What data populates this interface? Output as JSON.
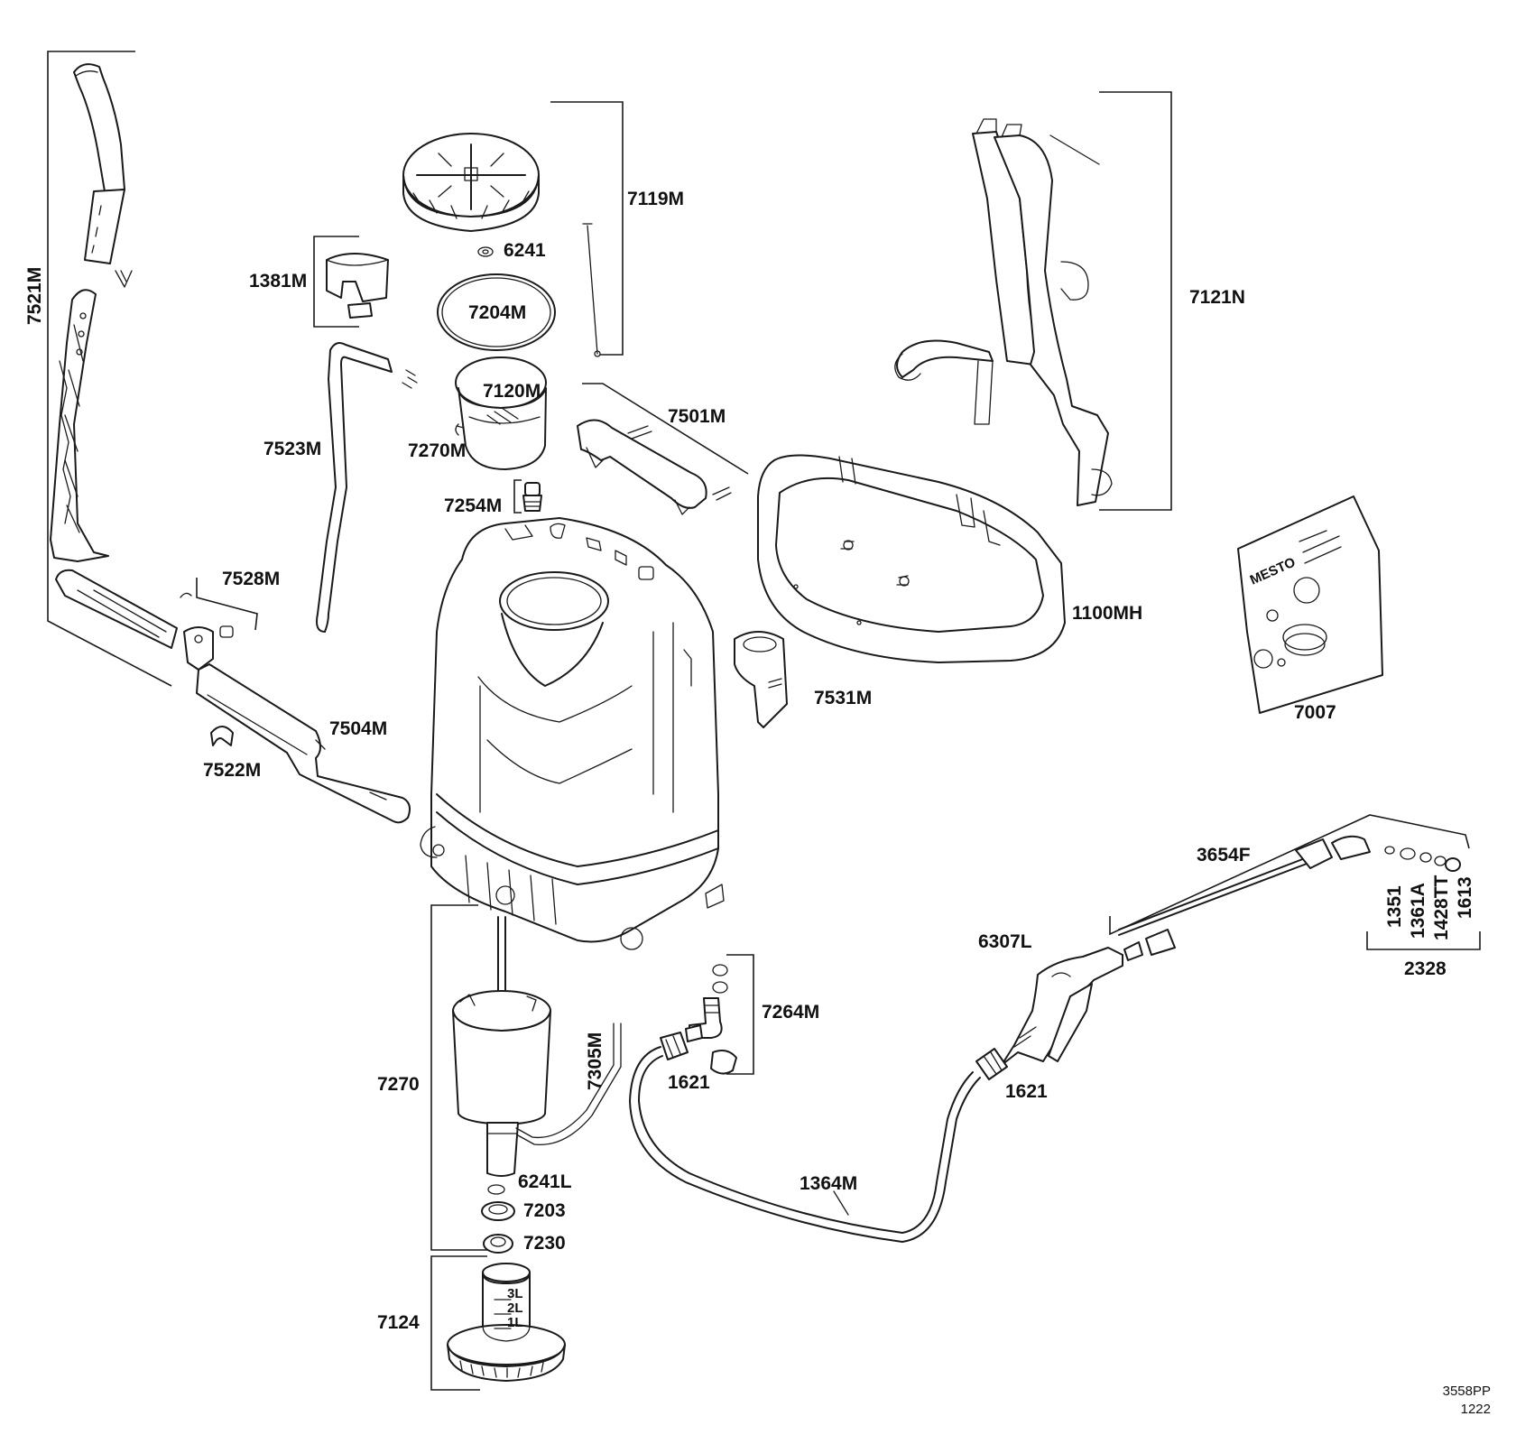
{
  "labels": {
    "l7521M": "7521M",
    "l7119M": "7119M",
    "l6241": "6241",
    "l1381M": "1381M",
    "l7204M": "7204M",
    "l7120M": "7120M",
    "l7270M": "7270M",
    "l7523M": "7523M",
    "l7501M": "7501M",
    "l7254M": "7254M",
    "l7121N": "7121N",
    "l7528M": "7528M",
    "l1100MH": "1100MH",
    "l7531M": "7531M",
    "l7504M": "7504M",
    "l7522M": "7522M",
    "l7007": "7007",
    "l3654F": "3654F",
    "l1351": "1351",
    "l1361A": "1361A",
    "l1428TT": "1428TT",
    "l1613": "1613",
    "l2328": "2328",
    "l6307L": "6307L",
    "l7264M": "7264M",
    "l7305M": "7305M",
    "l7270": "7270",
    "l1621a": "1621",
    "l1621b": "1621",
    "l6241L": "6241L",
    "l7203": "7203",
    "l7230": "7230",
    "l1364M": "1364M",
    "l7124": "7124"
  },
  "kit_brand": "MESTO",
  "measure_marks": [
    "3L",
    "2L",
    "1L"
  ],
  "drawing_code": "3558PP",
  "drawing_date": "1222"
}
